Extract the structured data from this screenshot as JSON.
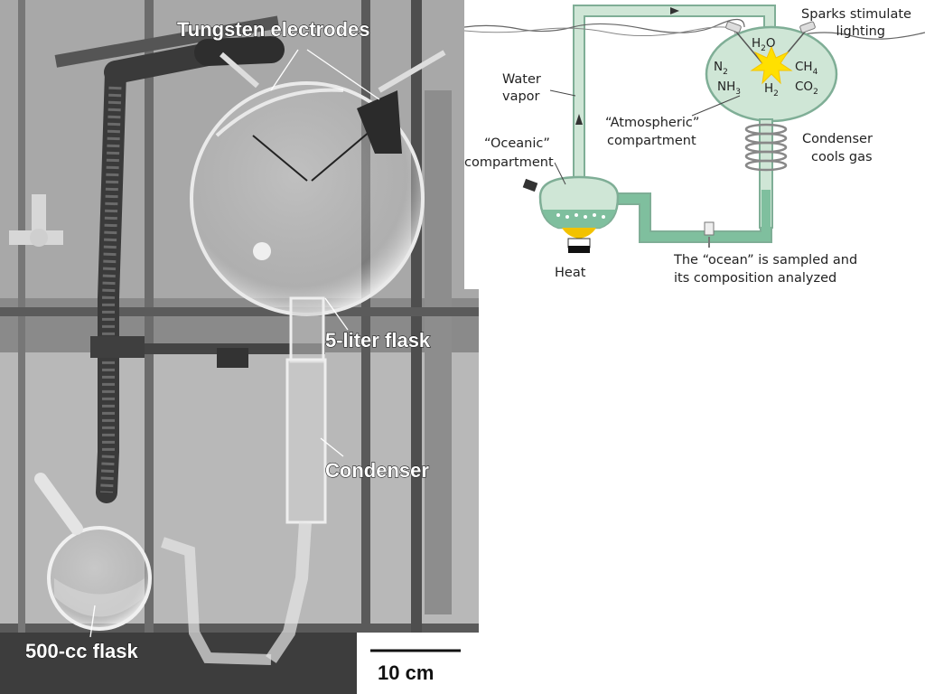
{
  "photo": {
    "labels": {
      "electrodes": "Tungsten electrodes",
      "flask_5l": "5-liter flask",
      "condenser": "Condenser",
      "flask_500": "500-cc flask"
    },
    "scale_bar": "10 cm"
  },
  "diagram": {
    "labels": {
      "sparks_line1": "Sparks stimulate",
      "sparks_line2": "lighting",
      "water_vapor_line1": "Water",
      "water_vapor_line2": "vapor",
      "atmospheric_line1": "“Atmospheric”",
      "atmospheric_line2": "compartment",
      "oceanic_line1": "“Oceanic”",
      "oceanic_line2": "compartment",
      "condenser_line1": "Condenser",
      "condenser_line2": "cools gas",
      "heat": "Heat",
      "ocean_line1": "The “ocean” is sampled and",
      "ocean_line2": "its composition analyzed"
    },
    "gases": {
      "h2o": "H",
      "h2o_sub": "2",
      "h2o_tail": "O",
      "n2": "N",
      "n2_sub": "2",
      "ch4": "CH",
      "ch4_sub": "4",
      "nh3": "NH",
      "nh3_sub": "3",
      "h2": "H",
      "h2_sub": "2",
      "co2": "CO",
      "co2_sub": "2"
    },
    "colors": {
      "apparatus_fill": "#cfe6d6",
      "apparatus_stroke": "#7fae96",
      "water": "#7fbf9e",
      "spark": "#ffe000",
      "heat": "#f2c200"
    }
  }
}
